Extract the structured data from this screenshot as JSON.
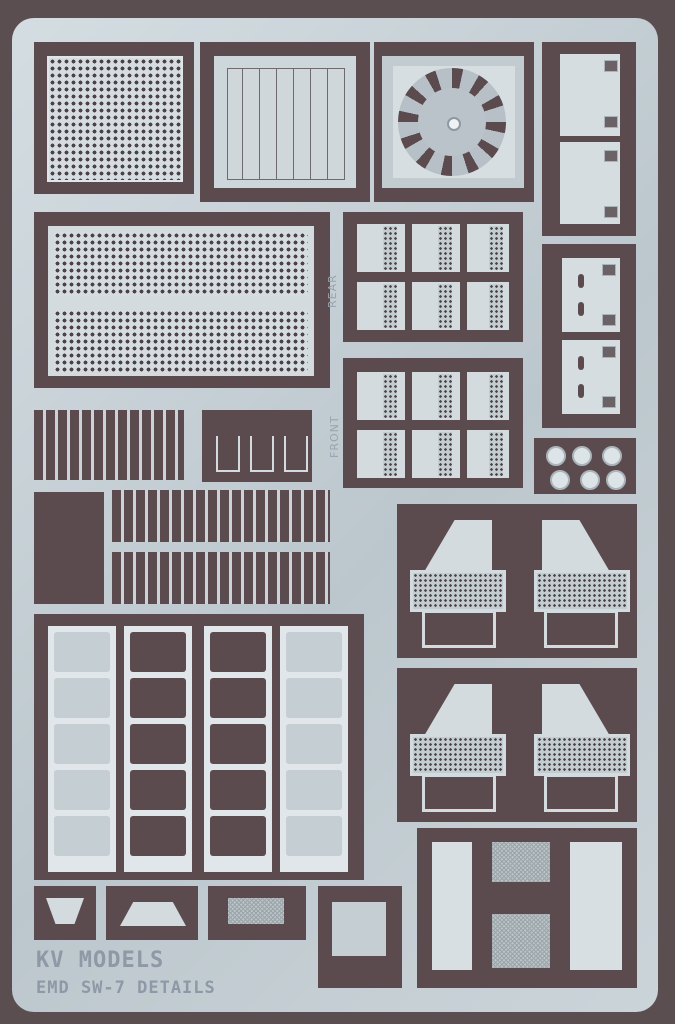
{
  "subject": "photo-etched metal detail fret",
  "colors": {
    "background": "#5a4e50",
    "fret_metal": "#c9d3d8",
    "etched_cutout": "#5b4b4e",
    "label_text": "#8e98a6"
  },
  "fret": {
    "brand_label": "KV MODELS",
    "product_label": "EMD SW-7 DETAILS",
    "orientation_labels": {
      "rear": "REAR",
      "front": "FRONT"
    }
  },
  "parts": [
    {
      "name": "mesh-grille-panel",
      "row": 1
    },
    {
      "name": "louvered-panel",
      "row": 1
    },
    {
      "name": "radiator-fan",
      "row": 1
    },
    {
      "name": "door-panels-with-hinges",
      "row": 1
    },
    {
      "name": "large-mesh-screen",
      "row": 2
    },
    {
      "name": "perforated-step-plates-rear",
      "row": 2
    },
    {
      "name": "perforated-step-plates-front",
      "row": 2
    },
    {
      "name": "hinged-door-panels",
      "row": 2
    },
    {
      "name": "washers",
      "row": 2
    },
    {
      "name": "grab-iron-eyes",
      "row": 3
    },
    {
      "name": "lift-rings",
      "row": 3
    },
    {
      "name": "uncoupling-lever-brackets",
      "row": 3
    },
    {
      "name": "perforated-steps-with-brackets",
      "row": 4
    },
    {
      "name": "window-frames",
      "row": 5
    },
    {
      "name": "small-brackets",
      "row": 6
    },
    {
      "name": "square-plate",
      "row": 6
    },
    {
      "name": "weave-plates-and-doors",
      "row": 6
    }
  ]
}
